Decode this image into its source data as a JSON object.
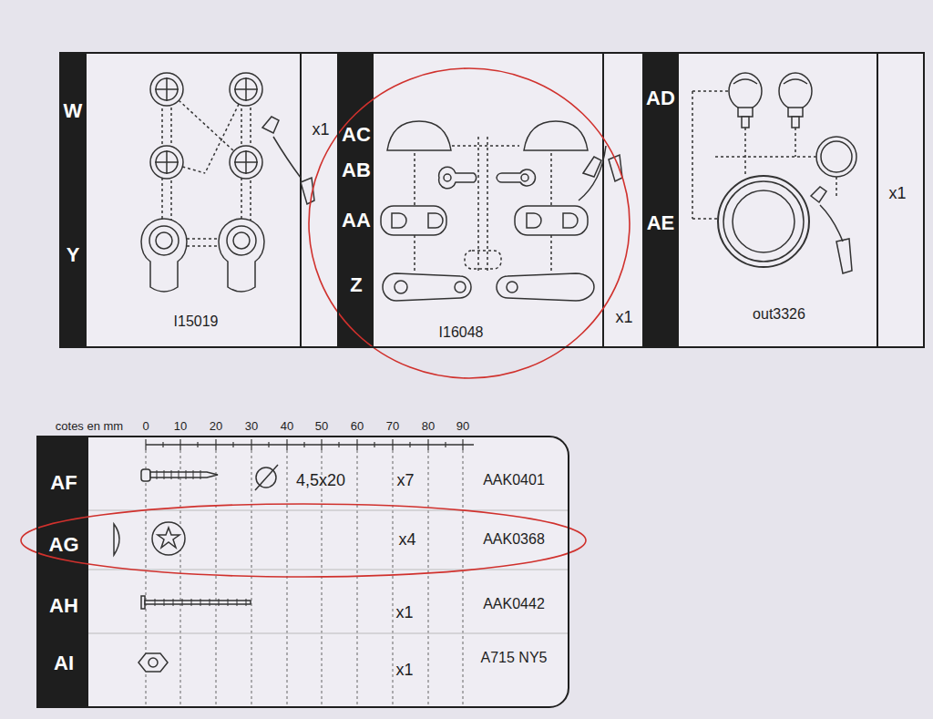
{
  "diagram": {
    "nodes": [
      {
        "text": [
          "W",
          "Y",
          "I15019",
          "x1"
        ]
      },
      {
        "text": [
          "AC",
          "AB",
          "AA",
          "Z",
          "I16048",
          "x1"
        ]
      },
      {
        "text": [
          "AD",
          "AE",
          "out3326",
          "x1"
        ]
      },
      {
        "text": [
          "AF",
          "AG",
          "AH",
          "AI"
        ]
      }
    ],
    "labels": [
      "cotes en mm",
      "0",
      "10",
      "20",
      "30",
      "40",
      "50",
      "60",
      "70",
      "80",
      "90",
      "4,5x20",
      "x7",
      "AAK0401",
      "x4",
      "AAK0368",
      "x1",
      "AAK0442",
      "x1",
      "A715 NY5"
    ]
  }
}
